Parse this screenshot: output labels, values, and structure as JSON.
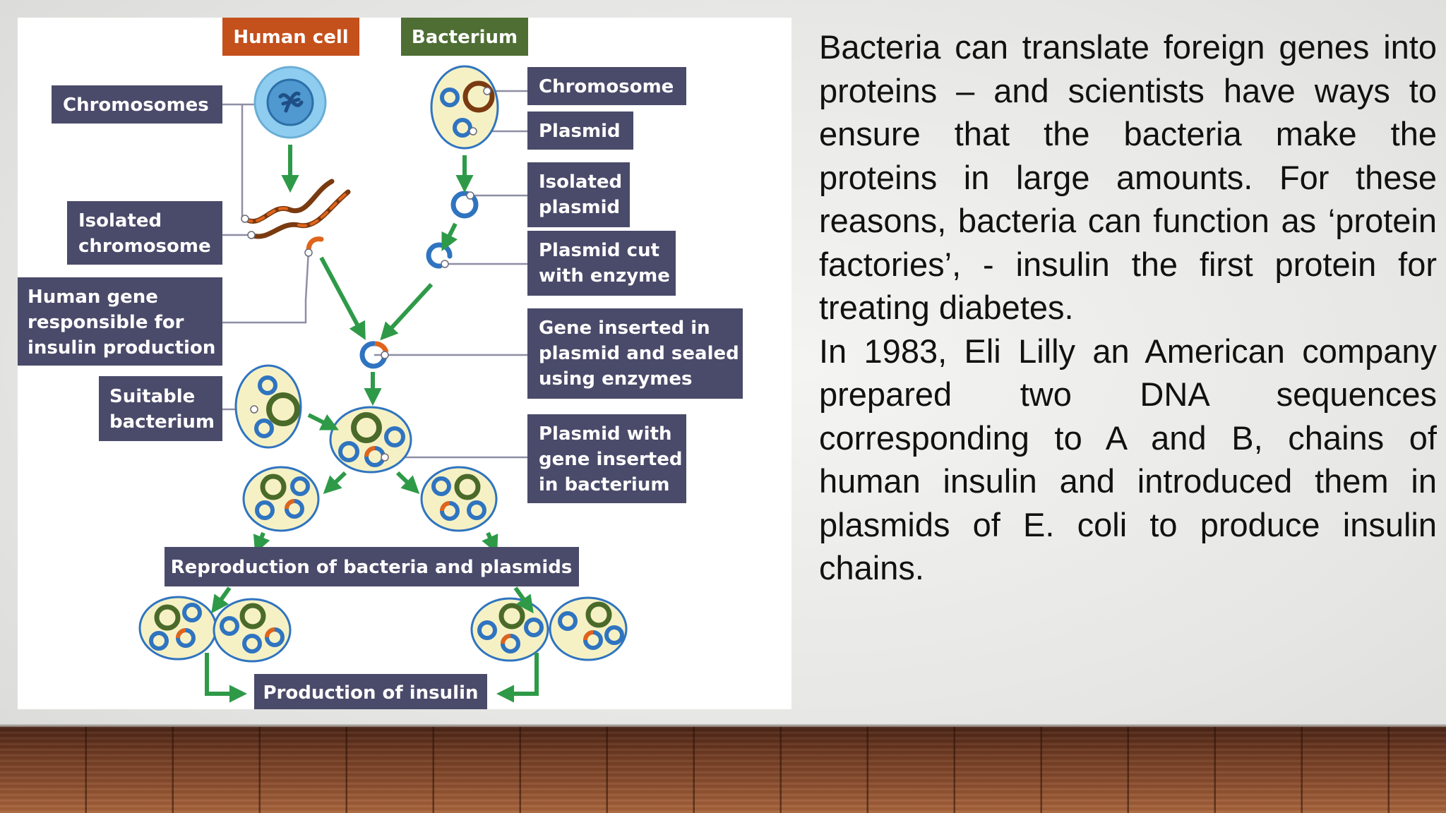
{
  "slide": {
    "paragraphs": [
      "Bacteria can translate foreign genes into proteins – and scientists have ways to ensure that the bacteria make the proteins in large amounts. For these reasons, bacteria can function as ‘protein factories’, - insulin the first protein for treating diabetes.",
      "In 1983, Eli Lilly an American company prepared two DNA sequences corresponding to A and B, chains of human insulin and introduced them in plasmids of E. coli to produce insulin chains."
    ]
  },
  "diagram": {
    "header_human": "Human cell",
    "header_bacterium": "Bacterium",
    "labels": {
      "chromosomes": "Chromosomes",
      "isolated_chromosome": [
        "Isolated",
        "chromosome"
      ],
      "human_gene": [
        "Human gene",
        "responsible for",
        "insulin production"
      ],
      "suitable_bacterium": [
        "Suitable",
        "bacterium"
      ],
      "chromosome": "Chromosome",
      "plasmid": "Plasmid",
      "isolated_plasmid": [
        "Isolated",
        "plasmid"
      ],
      "plasmid_cut": [
        "Plasmid cut",
        "with enzyme"
      ],
      "gene_inserted": [
        "Gene inserted in",
        "plasmid and sealed",
        "using enzymes"
      ],
      "plasmid_with_gene": [
        "Plasmid with",
        "gene inserted",
        "in bacterium"
      ],
      "reproduction": "Reproduction of bacteria and plasmids",
      "production": "Production of insulin"
    },
    "colors": {
      "label_bg": "#4a4a6a",
      "header_human_bg": "#c4501c",
      "header_bacterium_bg": "#4e6e34",
      "arrow": "#2e9a48",
      "plasmid_blue": "#2f74c0",
      "chromosome_green": "#4a6a2a",
      "chromosome_brown": "#7a3a10",
      "gene_orange": "#e0641c",
      "cell_fill": "#f6f1c4",
      "nucleus_blue": "#62b2e6"
    }
  }
}
